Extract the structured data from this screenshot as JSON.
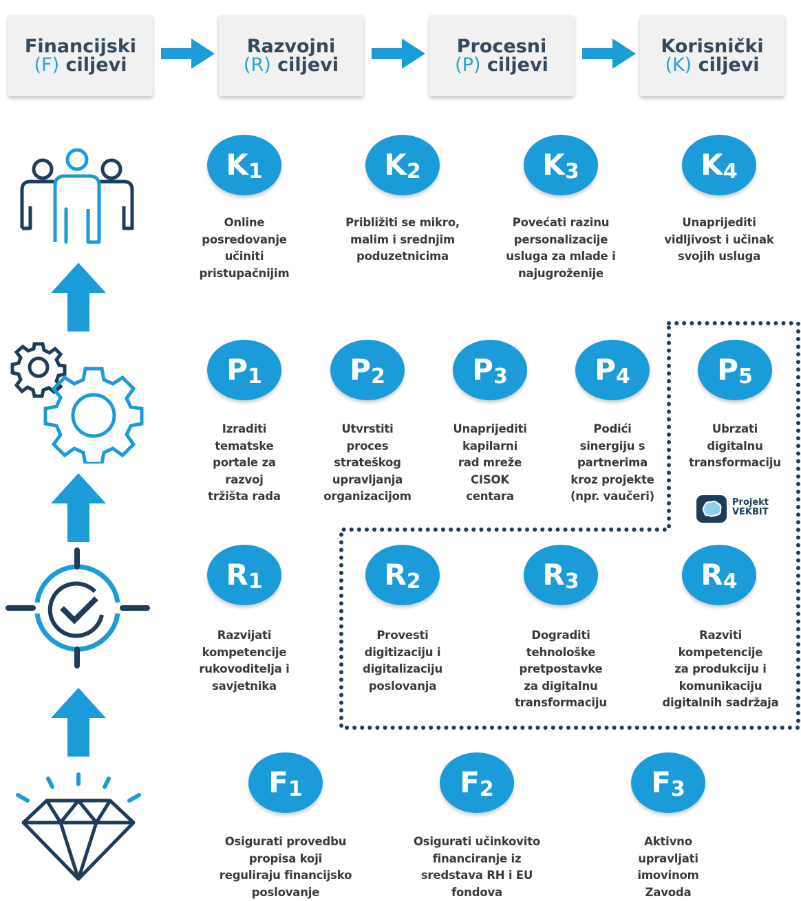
{
  "header": [
    {
      "line1": "Financijski",
      "code": "(F)",
      "rest": " ciljevi"
    },
    {
      "line1": "Razvojni",
      "code": "(R)",
      "rest": " ciljevi"
    },
    {
      "line1": "Procesni",
      "code": "(P)",
      "rest": " ciljevi"
    },
    {
      "line1": "Korisnički",
      "code": "(K)",
      "rest": " ciljevi"
    }
  ],
  "colors": {
    "accent": "#1b9bd8",
    "dark": "#1f3c5a",
    "text": "#3a3a3a",
    "box": "#f1f1f1"
  },
  "icons": [
    "users-icon",
    "gears-icon",
    "target-check-icon",
    "diamond-icon"
  ],
  "k_goals": [
    {
      "letter": "K",
      "sub": "1",
      "text": "Online\nposredovanje\nučiniti\npristupačnijim"
    },
    {
      "letter": "K",
      "sub": "2",
      "text": "Približiti se mikro,\nmalim i srednjim\npoduzetnicima"
    },
    {
      "letter": "K",
      "sub": "3",
      "text": "Povećati razinu\npersonalizacije\nusluga za mlade i\nnajugroženije"
    },
    {
      "letter": "K",
      "sub": "4",
      "text": "Unaprijediti\nvidljivost i učinak\nsvojih usluga"
    }
  ],
  "p_goals": [
    {
      "letter": "P",
      "sub": "1",
      "text": "Izraditi\ntematske\nportale za\nrazvoj\ntržišta rada"
    },
    {
      "letter": "P",
      "sub": "2",
      "text": "Utvrstiti\nproces\nstrateškog\nupravljanja\norganizacijom"
    },
    {
      "letter": "P",
      "sub": "3",
      "text": "Unaprijediti\nkapilarni\nrad mreže\nCISOK\ncentara"
    },
    {
      "letter": "P",
      "sub": "4",
      "text": "Podići\nsinergiju s\npartnerima\nkroz projekte\n(npr. vaučeri)"
    },
    {
      "letter": "P",
      "sub": "5",
      "text": "Ubrzati\ndigitalnu\ntransformaciju"
    }
  ],
  "r_goals": [
    {
      "letter": "R",
      "sub": "1",
      "text": "Razvijati\nkompetencije\nrukovoditelja i\nsavjetnika"
    },
    {
      "letter": "R",
      "sub": "2",
      "text": "Provesti\ndigitizaciju i\ndigitalizaciju\nposlovanja"
    },
    {
      "letter": "R",
      "sub": "3",
      "text": "Dograditi\ntehnološke\npretpostavke\nza digitalnu\ntransformaciju"
    },
    {
      "letter": "R",
      "sub": "4",
      "text": "Razviti\nkompetencije\nza produkciju i\nkomunikaciju\ndigitalnih sadržaja"
    }
  ],
  "f_goals": [
    {
      "letter": "F",
      "sub": "1",
      "text": "Osigurati provedbu\npropisa koji\nreguliraju financijsko\nposlovanje"
    },
    {
      "letter": "F",
      "sub": "2",
      "text": "Osigurati učinkovito\nfinanciranje iz\nsredstava RH i EU\nfondova"
    },
    {
      "letter": "F",
      "sub": "3",
      "text": "Aktivno\nupravljati\nimovinom\nZavoda"
    }
  ],
  "logo": {
    "line1": "Projekt",
    "line2": "VEKBIT"
  }
}
